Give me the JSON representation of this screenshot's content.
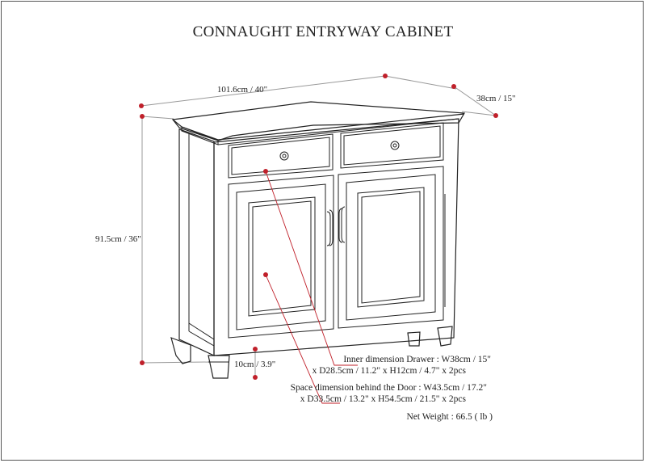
{
  "title": "CONNAUGHT ENTRYWAY CABINET",
  "dimensions": {
    "width": "101.6cm / 40\"",
    "depth": "38cm / 15\"",
    "height": "91.5cm / 36\"",
    "leg": "10cm / 3.9\""
  },
  "notes": {
    "drawer_line1": "Inner dimension Drawer : W38cm / 15\"",
    "drawer_line2": "x D28.5cm / 11.2\" x H12cm / 4.7\" x 2pcs",
    "door_line1": "Space dimension behind the Door : W43.5cm / 17.2\"",
    "door_line2": "x D33.5cm / 13.2\" x H54.5cm / 21.5\" x 2pcs",
    "weight": "Net Weight : 66.5 ( lb )"
  },
  "colors": {
    "marker": "#c0202a",
    "line": "#222222",
    "dimension_line": "#999999"
  }
}
